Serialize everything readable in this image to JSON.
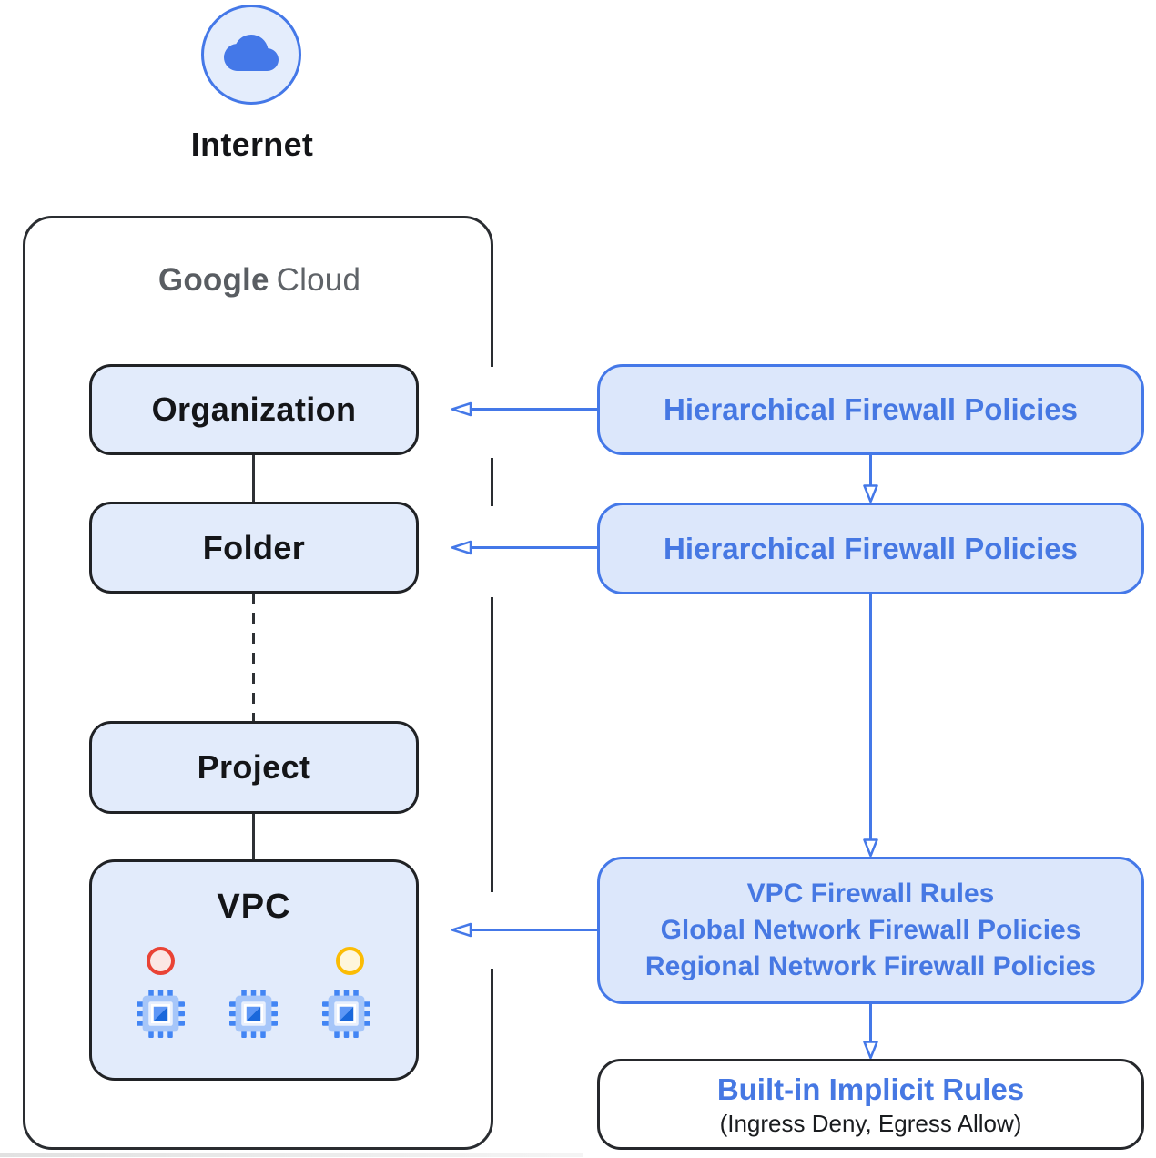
{
  "colors": {
    "accent_blue": "#4478E8",
    "policy_text_blue": "#4678E3",
    "hierarchy_box_fill": "#E2EBFB",
    "policy_box_fill": "#DCE7FB",
    "dark_stroke": "#26282C",
    "brand_gray": "#5F6368",
    "status_red": "#E94335",
    "status_yellow": "#FBBC04"
  },
  "internet": {
    "label": "Internet"
  },
  "google_cloud": {
    "brand": "Google",
    "product": "Cloud"
  },
  "hierarchy": {
    "organization": {
      "label": "Organization"
    },
    "folder": {
      "label": "Folder"
    },
    "project": {
      "label": "Project"
    },
    "vpc": {
      "label": "VPC"
    }
  },
  "policies": {
    "hierarchical_top": {
      "label": "Hierarchical Firewall Policies"
    },
    "hierarchical_mid": {
      "label": "Hierarchical Firewall Policies"
    },
    "network": {
      "lines": [
        "VPC Firewall Rules",
        "Global Network Firewall Policies",
        "Regional Network Firewall Policies"
      ]
    },
    "implicit": {
      "title": "Built-in Implicit Rules",
      "subtitle": "(Ingress Deny, Egress Allow)"
    }
  }
}
